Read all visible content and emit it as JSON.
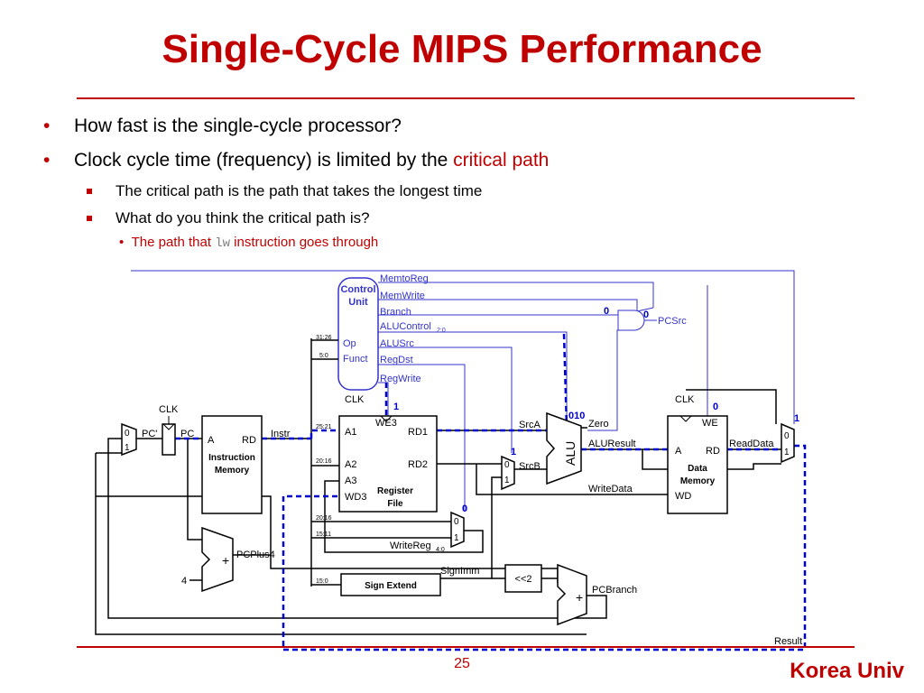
{
  "slide": {
    "title": "Single-Cycle MIPS Performance",
    "bullets": [
      {
        "text": "How fast is the single-cycle processor?"
      },
      {
        "text": "Clock cycle time (frequency) is limited by the ",
        "highlight": "critical path"
      }
    ],
    "sub_bullets": [
      "The critical path is the path that takes the longest time",
      "What do you think the critical path is?"
    ],
    "sub_sub": {
      "pre": "The path that ",
      "code": "lw",
      "post": " instruction goes through"
    },
    "page_number": "25",
    "brand": "Korea Univ"
  },
  "diagram": {
    "control_unit": [
      "Control",
      "Unit"
    ],
    "control_inputs": [
      "Op",
      "Funct"
    ],
    "signals": {
      "memtoreg": "MemtoReg",
      "memwrite": "MemWrite",
      "branch": "Branch",
      "alucontrol": "ALUControl",
      "alucontrol_sub": "2:0",
      "alusrc": "ALUSrc",
      "regdst": "RegDst",
      "regwrite": "RegWrite",
      "pcsrc": "PCSrc"
    },
    "bit_fields": {
      "op": "31:26",
      "funct": "5:0",
      "rs": "25:21",
      "rt": "20:16",
      "rt2": "20:16",
      "rd": "15:11",
      "imm": "15:0"
    },
    "clk": "CLK",
    "blocks": {
      "instr_mem": [
        "Instruction",
        "Memory"
      ],
      "reg_file": [
        "Register",
        "File"
      ],
      "data_mem": [
        "Data",
        "Memory"
      ],
      "sign_extend": "Sign Extend",
      "alu": "ALU",
      "shift": "<<2"
    },
    "ports": {
      "a": "A",
      "rd": "RD",
      "we3": "WE3",
      "a1": "A1",
      "rd1": "RD1",
      "a2": "A2",
      "rd2": "RD2",
      "a3": "A3",
      "wd3": "WD3",
      "we": "WE",
      "wd": "WD",
      "zero": "Zero"
    },
    "wires": {
      "pc_prime": "PC'",
      "pc": "PC",
      "instr": "Instr",
      "srca": "SrcA",
      "srcb": "SrcB",
      "aluresult": "ALUResult",
      "readdata": "ReadData",
      "writedata": "WriteData",
      "writereg": "WriteReg",
      "writereg_sub": "4:0",
      "signimm": "SignImm",
      "pcplus4": "PCPlus4",
      "pcbranch": "PCBranch",
      "result": "Result",
      "four": "4",
      "plus": "+"
    },
    "mux_inputs": {
      "zero": "0",
      "one": "1"
    },
    "critical_values": {
      "branch": "0",
      "pcsrc": "0",
      "regwrite": "1",
      "alucontrol": "010",
      "memwrite": "0",
      "memtoreg": "1",
      "alusrc": "1",
      "regdst": "0"
    },
    "colors": {
      "title": "#c00000",
      "wire": "#000000",
      "control": "#3333cc",
      "critical_path": "#0000cc",
      "value": "#0000cc"
    }
  }
}
